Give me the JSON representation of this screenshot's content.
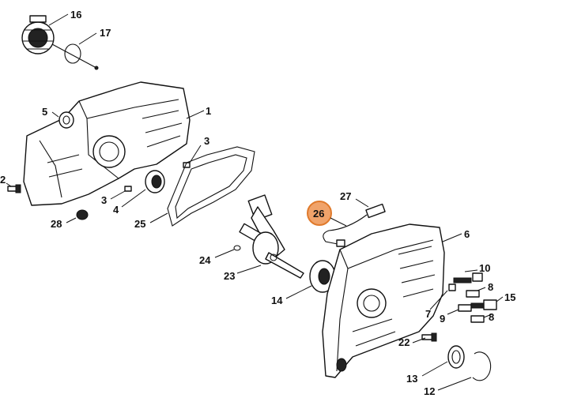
{
  "callouts": {
    "p1": "1",
    "p2": "2",
    "p3a": "3",
    "p3b": "3",
    "p4": "4",
    "p5": "5",
    "p6": "6",
    "p7": "7",
    "p8a": "8",
    "p8b": "8",
    "p9": "9",
    "p10": "10",
    "p12": "12",
    "p13": "13",
    "p14": "14",
    "p15": "15",
    "p16": "16",
    "p17": "17",
    "p22": "22",
    "p23": "23",
    "p24": "24",
    "p25": "25",
    "p26": "26",
    "p27": "27",
    "p28": "28"
  },
  "highlight": {
    "part": "26",
    "color": "#f0a36a"
  }
}
